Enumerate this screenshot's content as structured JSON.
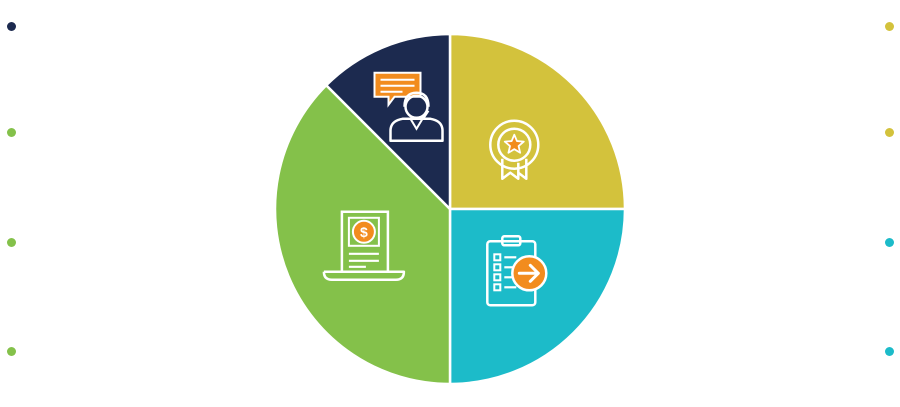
{
  "chart_data": {
    "type": "pie",
    "slices": [
      {
        "icon": "award-ribbon-icon",
        "value": 25,
        "color": "#D3C23C"
      },
      {
        "icon": "checklist-arrow-icon",
        "value": 25,
        "color": "#1CBBC9"
      },
      {
        "icon": "invoice-dollar-icon",
        "value": 37.5,
        "color": "#84C14A"
      },
      {
        "icon": "support-agent-chat-icon",
        "value": 12.5,
        "color": "#1C2A4F"
      }
    ]
  },
  "decor": {
    "left_dots": [
      "#1C2A4F",
      "#84C14A",
      "#84C14A",
      "#84C14A"
    ],
    "right_dots": [
      "#D3C23C",
      "#D3C23C",
      "#1CBBC9",
      "#1CBBC9"
    ],
    "accent_orange": "#F28C1E"
  }
}
